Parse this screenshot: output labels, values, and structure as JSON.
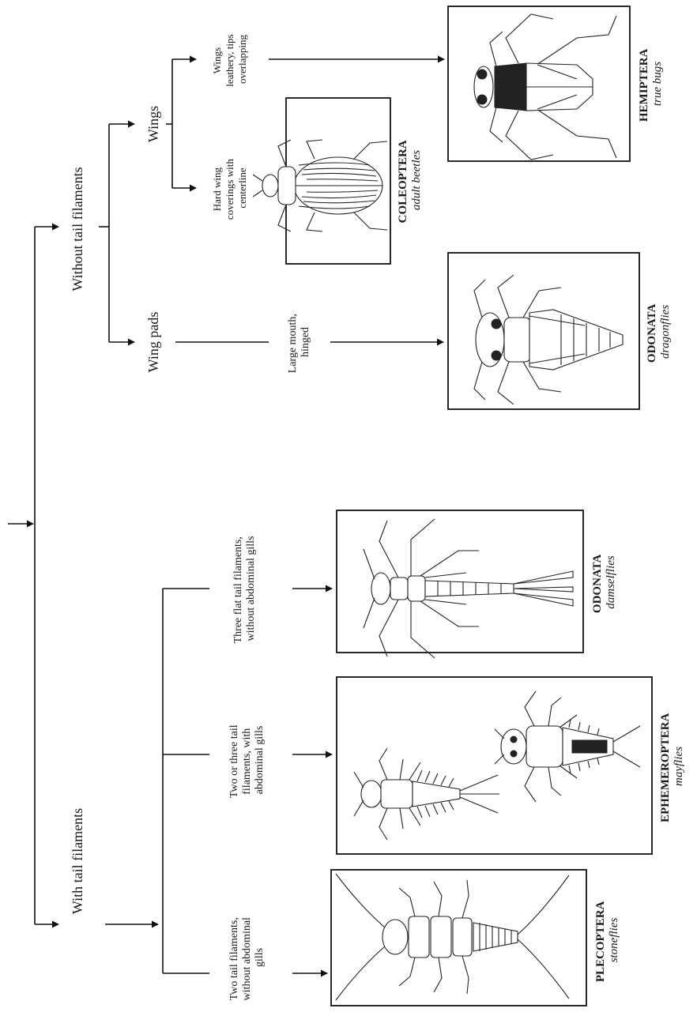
{
  "chart_data": {
    "type": "diagram",
    "root_label": "",
    "branches": {
      "with_tail": "With tail filaments",
      "without_tail": "Without tail filaments"
    },
    "criteria": {
      "two_tail": [
        "Two tail filaments,",
        "without abdominal",
        "gills"
      ],
      "two_or_three": [
        "Two or three tail",
        "filaments, with",
        "abdominal gills"
      ],
      "three_flat": [
        "Three flat tail filaments,",
        "without abdominal gills"
      ],
      "wing_pads": "Wing pads",
      "wings": "Wings",
      "large_mouth": [
        "Large mouth,",
        "hinged"
      ],
      "hard_wing": [
        "Hard wing",
        "coverings with",
        "centerline"
      ],
      "leathery": [
        "Wings",
        "leathery, tips",
        "overlapping"
      ]
    },
    "taxa": [
      {
        "order": "PLECOPTERA",
        "common": "stoneflies"
      },
      {
        "order": "EPHEMEROPTERA",
        "common": "mayflies"
      },
      {
        "order": "ODONATA",
        "common": "damselflies"
      },
      {
        "order": "ODONATA",
        "common": "dragonflies"
      },
      {
        "order": "COLEOPTERA",
        "common": "adult beetles"
      },
      {
        "order": "HEMIPTERA",
        "common": "true bugs"
      }
    ]
  }
}
